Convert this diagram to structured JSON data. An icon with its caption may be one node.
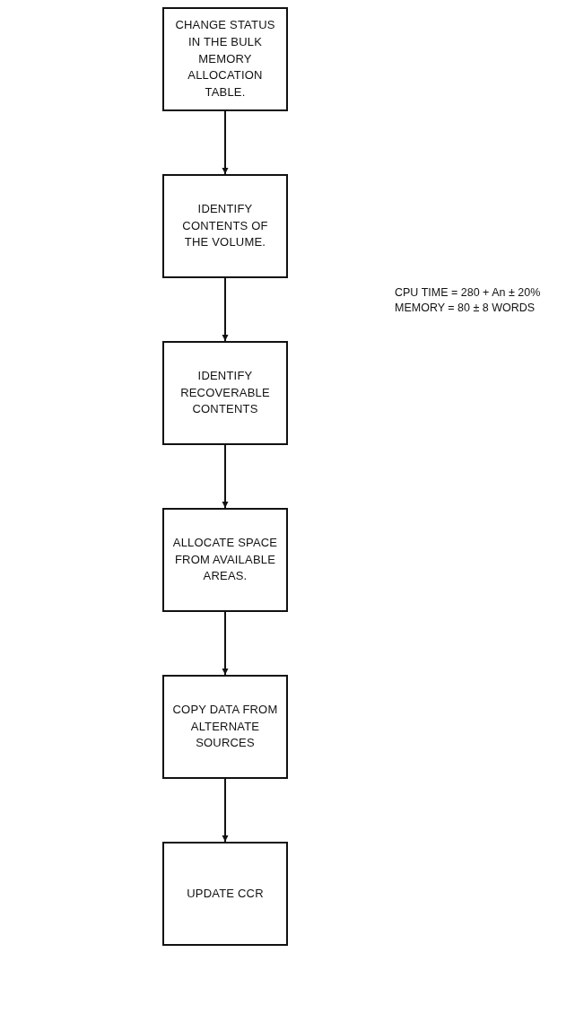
{
  "diagram": {
    "nodes": [
      {
        "text": [
          "CHANGE STATUS IN THE BULK MEMORY ALLOCATION TABLE."
        ]
      },
      {
        "text": [
          "IDENTIFY CONTENTS OF THE VOLUME."
        ]
      },
      {
        "text": [
          "IDENTIFY RECOVERABLE CONTENTS"
        ]
      },
      {
        "text": [
          "ALLOCATE SPACE FROM AVAILABLE AREAS."
        ]
      },
      {
        "text": [
          "COPY DATA FROM ALTERNATE SOURCES"
        ]
      },
      {
        "text": [
          "UPDATE CCR"
        ]
      }
    ],
    "edges": [
      {
        "from": 0,
        "to": 1,
        "arrow": "to"
      },
      {
        "from": 1,
        "to": 2,
        "arrow": "to"
      },
      {
        "from": 2,
        "to": 3,
        "arrow": "to"
      },
      {
        "from": 3,
        "to": 4,
        "arrow": "to"
      },
      {
        "from": 4,
        "to": 5,
        "arrow": "to"
      }
    ],
    "labels": [
      "CPU TIME = 280 + An ± 20%",
      "MEMORY = 80 ± 8 WORDS"
    ]
  }
}
